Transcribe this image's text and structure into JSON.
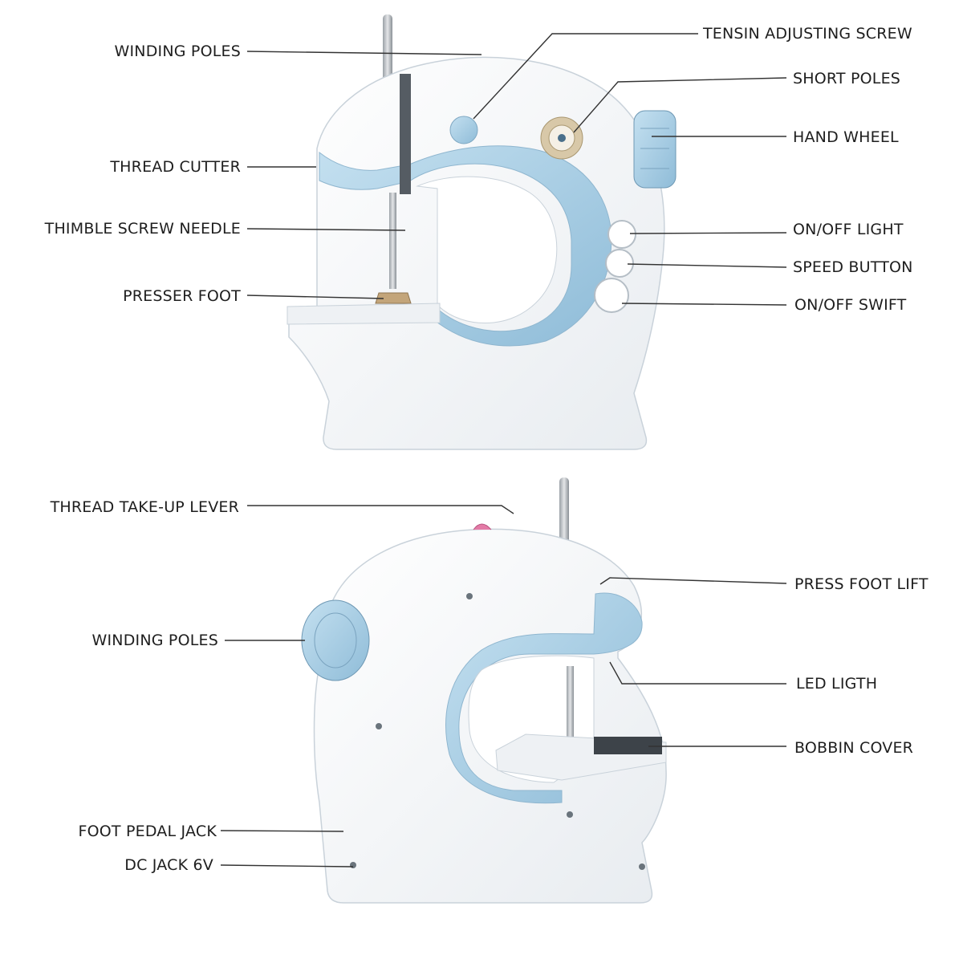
{
  "diagram": {
    "top_view": {
      "labels": {
        "winding_poles": "WINDING POLES",
        "thread_cutter": "THREAD CUTTER",
        "thimble_screw_needle": "THIMBLE SCREW NEEDLE",
        "presser_foot": "PRESSER FOOT",
        "tension_adjusting_screw": "TENSIN ADJUSTING  SCREW",
        "short_poles": "SHORT POLES",
        "hand_wheel": "HAND WHEEL",
        "on_off_light": "ON/OFF LIGHT",
        "speed_button": "SPEED BUTTON",
        "on_off_swift": "ON/OFF SWIFT"
      }
    },
    "bottom_view": {
      "labels": {
        "thread_take_up_lever": "THREAD TAKE-UP LEVER",
        "winding_poles": "WINDING POLES",
        "foot_pedal_jack": "FOOT PEDAL JACK",
        "dc_jack": "DC JACK 6V",
        "press_foot_lift": "PRESS FOOT LIFT",
        "led_light": "LED LIGTH",
        "bobbin_cover": "BOBBIN COVER"
      }
    },
    "colors": {
      "body": "#f6f7f9",
      "accent_blue": "#a9cfe6",
      "outline": "#c9d2da",
      "leader": "#333333",
      "text": "#1e1e1e"
    }
  }
}
